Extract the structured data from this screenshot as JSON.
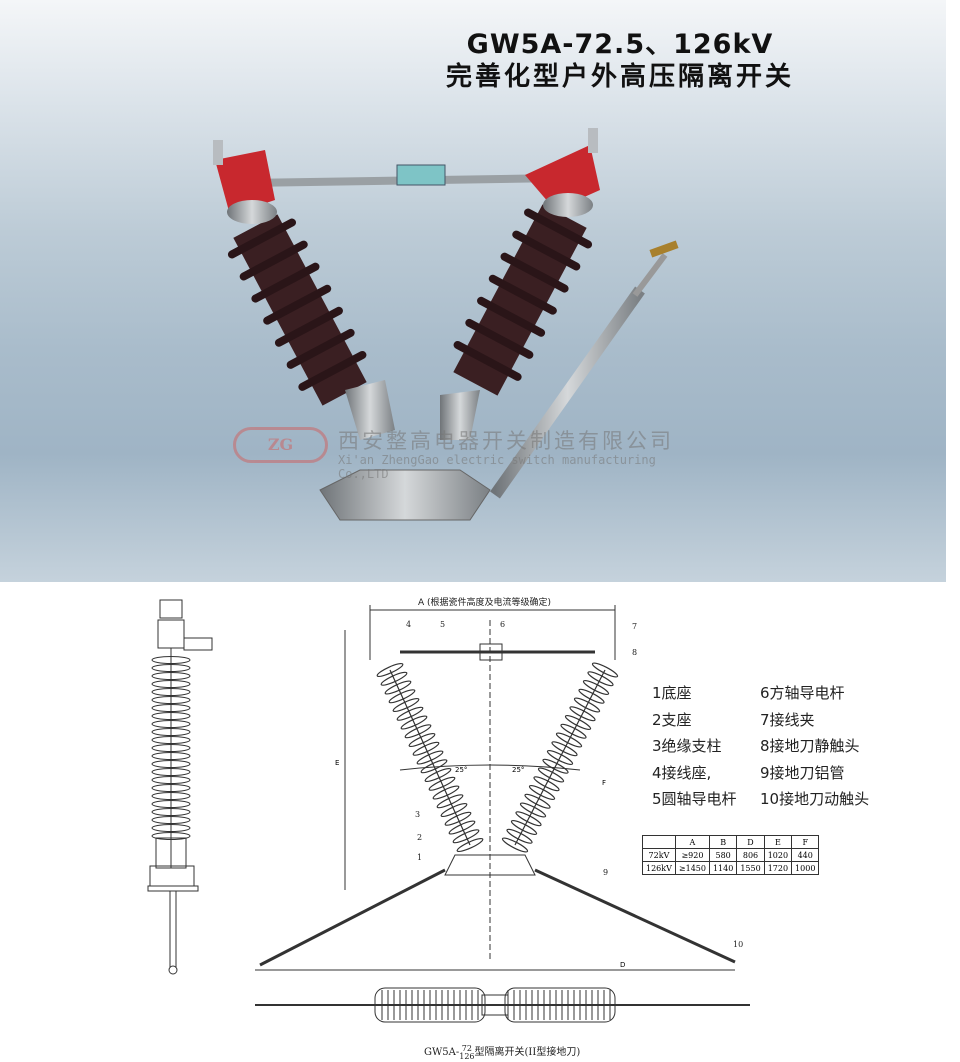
{
  "header": {
    "title_line1": "GW5A-72.5、126kV",
    "title_line2": "完善化型户外高压隔离开关"
  },
  "watermark": {
    "logo": "ZG",
    "company_cn": "西安整高电器开关制造有限公司",
    "company_en": "Xi'an ZhengGao electric switch manufacturing Co.,LTD"
  },
  "drawing": {
    "dimension_a_label": "A (根据瓷件高度及电流等级确定)",
    "angle_left": "25°",
    "angle_right": "25°",
    "dim_e": "E",
    "dim_f": "F",
    "dim_d": "D",
    "part_numbers": [
      "1",
      "2",
      "3",
      "4",
      "5",
      "6",
      "7",
      "8",
      "9",
      "10"
    ],
    "caption_prefix": "GW5A-",
    "caption_num_top": "72",
    "caption_num_bottom": "126",
    "caption_suffix": "型隔离开关(II型接地刀)"
  },
  "legend": [
    "1底座",
    "2支座",
    "3绝缘支柱",
    "4接线座,",
    "5圆轴导电杆",
    "6方轴导电杆",
    "7接线夹",
    "8接地刀静触头",
    "9接地刀铝管",
    "10接地刀动触头"
  ],
  "dimensions_table": {
    "headers": [
      "",
      "A",
      "B",
      "D",
      "E",
      "F"
    ],
    "rows": [
      [
        "72kV",
        "≥920",
        "580",
        "806",
        "1020",
        "440"
      ],
      [
        "126kV",
        "≥1450",
        "1140",
        "1550",
        "1720",
        "1000"
      ]
    ]
  },
  "colors": {
    "insulator": "#3a1f22",
    "cap": "#c8282e",
    "metal": "#a9adb0"
  }
}
